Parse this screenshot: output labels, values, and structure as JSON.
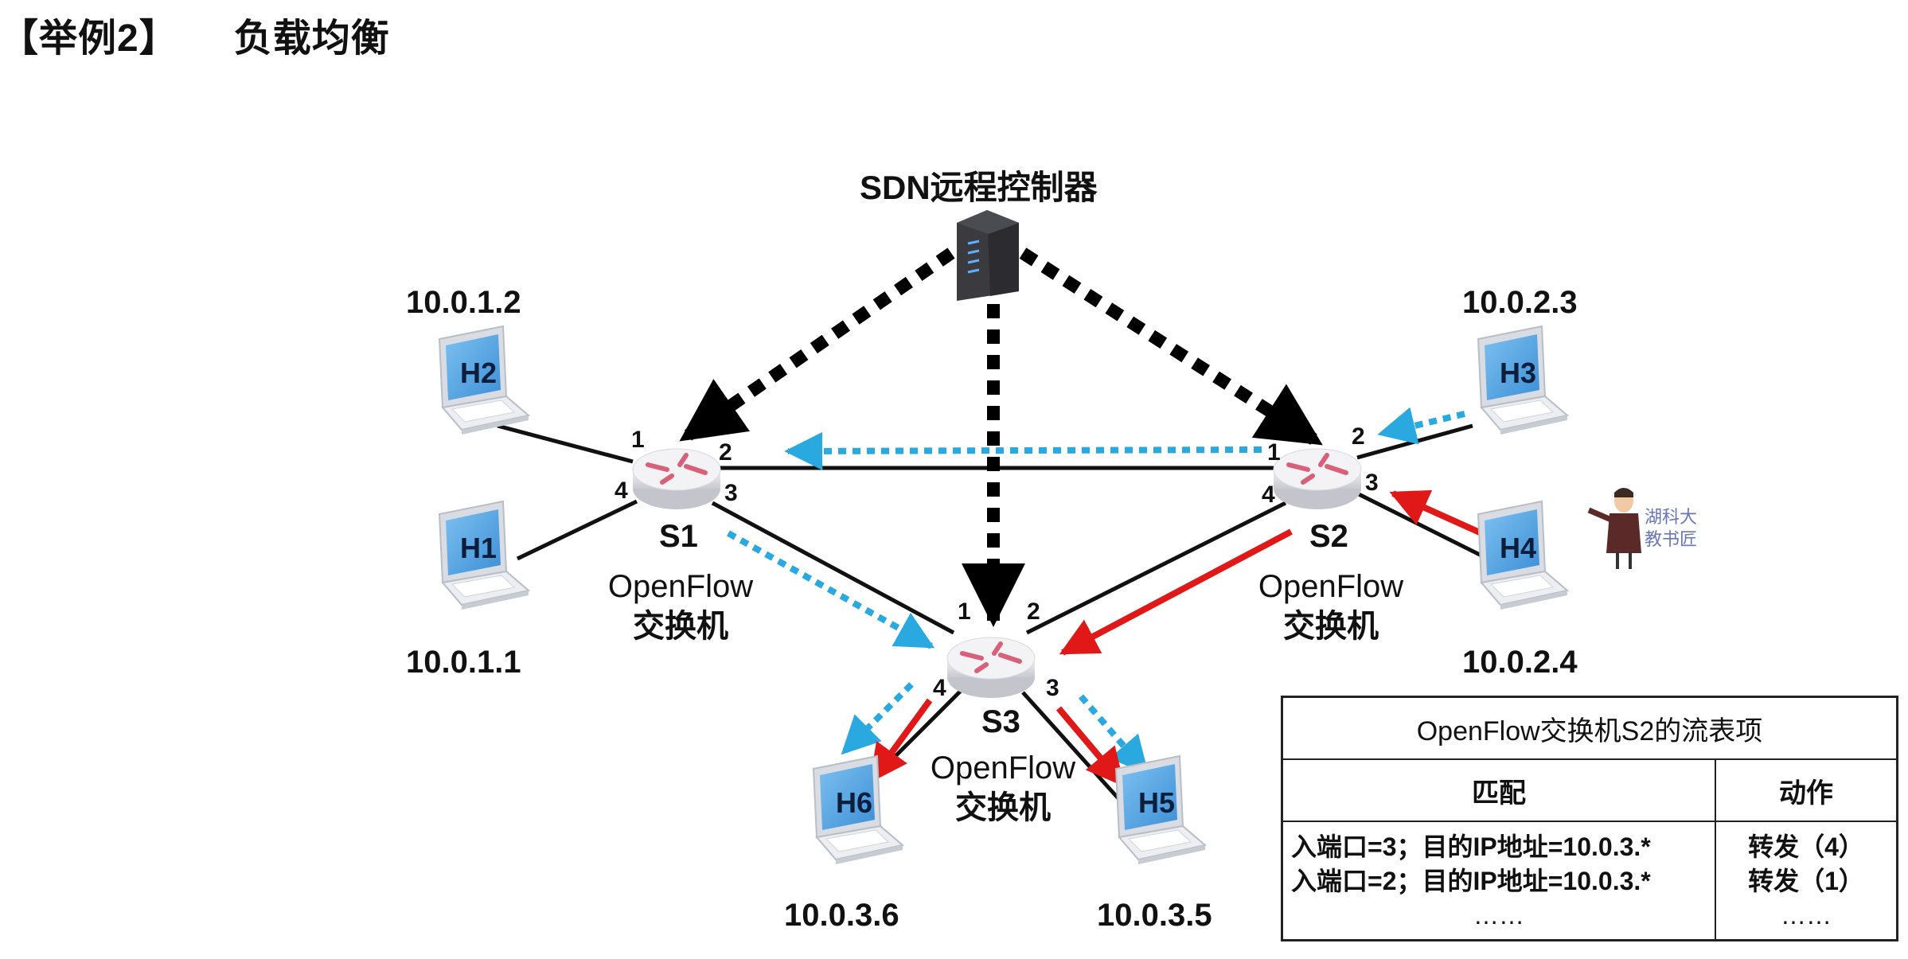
{
  "title": {
    "example": "【举例2】",
    "topic": "负载均衡"
  },
  "controller": {
    "label": "SDN远程控制器",
    "icon": "server-icon"
  },
  "switches": [
    {
      "id": "S1",
      "name": "S1",
      "line1": "OpenFlow",
      "line2": "交换机",
      "ports": [
        "1",
        "2",
        "3",
        "4"
      ]
    },
    {
      "id": "S2",
      "name": "S2",
      "line1": "OpenFlow",
      "line2": "交换机",
      "ports": [
        "1",
        "2",
        "3",
        "4"
      ]
    },
    {
      "id": "S3",
      "name": "S3",
      "line1": "OpenFlow",
      "line2": "交换机",
      "ports": [
        "1",
        "2",
        "3",
        "4"
      ]
    }
  ],
  "hosts": [
    {
      "id": "H1",
      "label": "H1",
      "ip": "10.0.1.1",
      "switch": "S1",
      "port": "4"
    },
    {
      "id": "H2",
      "label": "H2",
      "ip": "10.0.1.2",
      "switch": "S1",
      "port": "1"
    },
    {
      "id": "H3",
      "label": "H3",
      "ip": "10.0.2.3",
      "switch": "S2",
      "port": "2"
    },
    {
      "id": "H4",
      "label": "H4",
      "ip": "10.0.2.4",
      "switch": "S2",
      "port": "3"
    },
    {
      "id": "H5",
      "label": "H5",
      "ip": "10.0.3.5",
      "switch": "S3",
      "port": "3"
    },
    {
      "id": "H6",
      "label": "H6",
      "ip": "10.0.3.6",
      "switch": "S3",
      "port": "4"
    }
  ],
  "links": [
    {
      "from": "S1:2",
      "to": "S2:1"
    },
    {
      "from": "S1:3",
      "to": "S3:1"
    },
    {
      "from": "S2:4",
      "to": "S3:2"
    }
  ],
  "flows": {
    "control": {
      "color": "#000000",
      "style": "dashed",
      "from": "controller",
      "to": [
        "S1",
        "S2",
        "S3"
      ]
    },
    "blue_path": {
      "color": "#29a9e0",
      "style": "dotted",
      "path": [
        "H3",
        "S2:2",
        "S2:1",
        "S1:2",
        "S1:3",
        "S3:1",
        "S3:4",
        "H6",
        "S3:3",
        "H5"
      ]
    },
    "red_path": {
      "color": "#e01818",
      "style": "solid",
      "path": [
        "H4",
        "S2:3",
        "S2:4",
        "S3:2",
        "S3:4",
        "H6",
        "S3:3",
        "H5"
      ]
    }
  },
  "mascot": {
    "line1": "湖科大",
    "line2": "教书匠"
  },
  "flow_table": {
    "caption": "OpenFlow交换机S2的流表项",
    "headers": {
      "match": "匹配",
      "action": "动作"
    },
    "rows": [
      {
        "match": "入端口=3；目的IP地址=10.0.3.*",
        "action": "转发（4）"
      },
      {
        "match": "入端口=2；目的IP地址=10.0.3.*",
        "action": "转发（1）"
      }
    ],
    "ellipsis_match": "……",
    "ellipsis_action": "……"
  }
}
